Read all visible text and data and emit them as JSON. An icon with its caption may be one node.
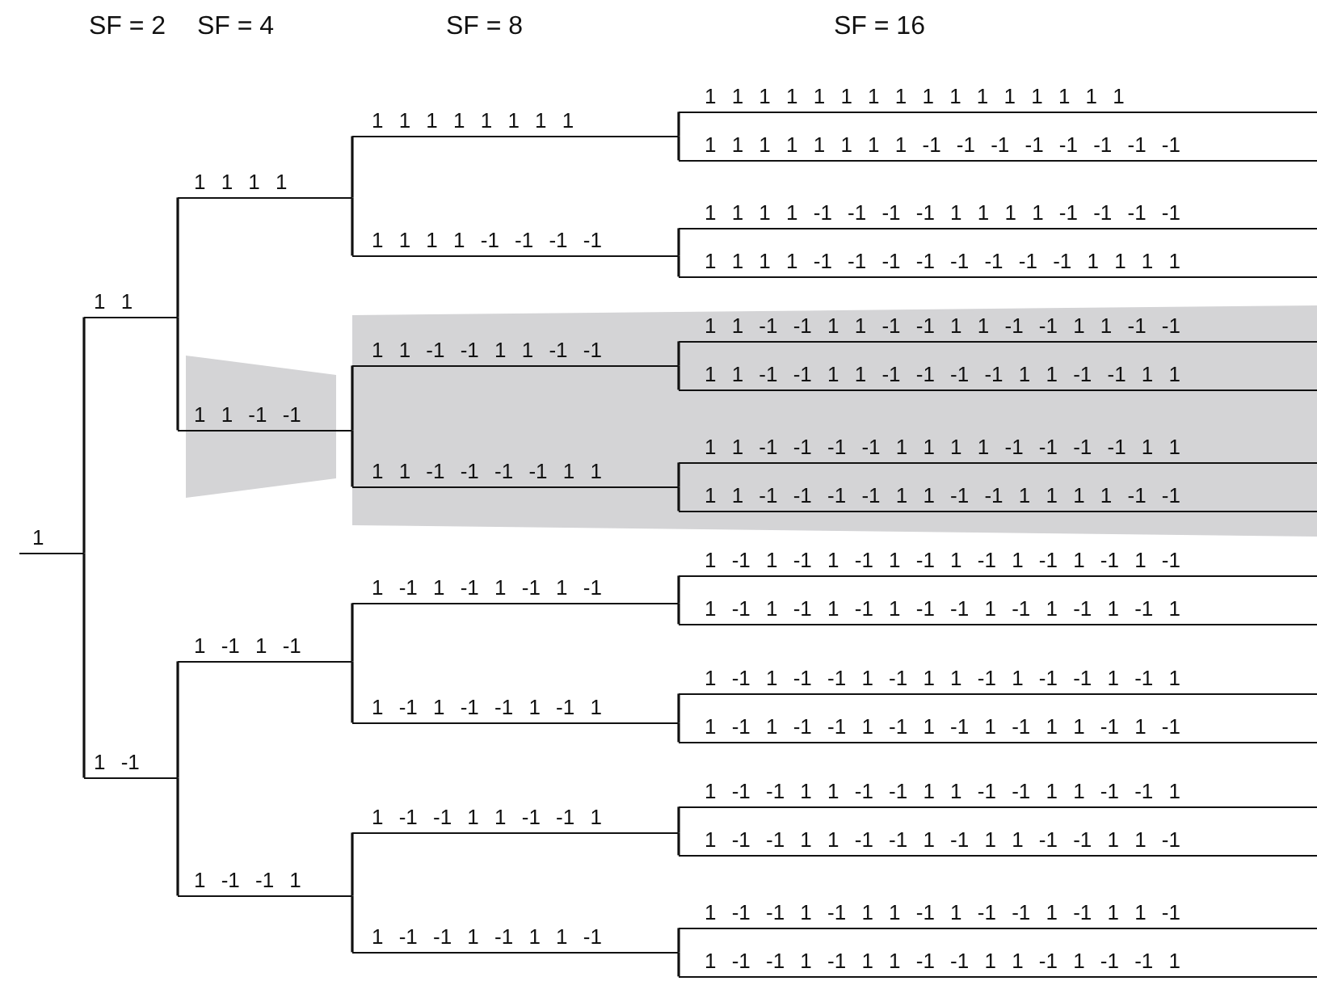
{
  "diagram": {
    "nodes": [
      {
        "text": [
          "1"
        ]
      },
      {
        "text": [
          "1 1"
        ]
      },
      {
        "text": [
          "1 1 1 1"
        ]
      },
      {
        "text": [
          "1 1 1 1 1 1 1 1"
        ]
      },
      {
        "text": [
          "1 1 1 1 1 1 1 1 1 1 1 1 1 1 1 1"
        ]
      },
      {
        "text": [
          "1 1 1 1 1 1 1 1 -1 -1 -1 -1 -1 -1 -1 -1"
        ]
      },
      {
        "text": [
          "1 1 1 1 -1 -1 -1 -1"
        ]
      },
      {
        "text": [
          "1 1 1 1 -1 -1 -1 -1 1 1 1 1 -1 -1 -1 -1"
        ]
      },
      {
        "text": [
          "1 1 1 1 -1 -1 -1 -1 -1 -1 -1 -1 1 1 1 1"
        ]
      },
      {
        "text": [
          "1 1 -1 -1"
        ]
      },
      {
        "text": [
          "1 1 -1 -1 1 1 -1 -1"
        ]
      },
      {
        "text": [
          "1 1 -1 -1 1 1 -1 -1 1 1 -1 -1 1 1 -1 -1"
        ]
      },
      {
        "text": [
          "1 1 -1 -1 1 1 -1 -1 -1 -1 1 1 -1 -1 1 1"
        ]
      },
      {
        "text": [
          "1 1 -1 -1 -1 -1 1 1"
        ]
      },
      {
        "text": [
          "1 1 -1 -1 -1 -1 1 1 1 1 -1 -1 -1 -1 1 1"
        ]
      },
      {
        "text": [
          "1 1 -1 -1 -1 -1 1 1 -1 -1 1 1 1 1 -1 -1"
        ]
      },
      {
        "text": [
          "1 -1"
        ]
      },
      {
        "text": [
          "1 -1 1 -1"
        ]
      },
      {
        "text": [
          "1 -1 1 -1 1 -1 1 -1"
        ]
      },
      {
        "text": [
          "1 -1 1 -1 1 -1 1 -1 1 -1 1 -1 1 -1 1 -1"
        ]
      },
      {
        "text": [
          "1 -1 1 -1 1 -1 1 -1 -1 1 -1 1 -1 1 -1 1"
        ]
      },
      {
        "text": [
          "1 -1 1 -1 -1 1 -1 1"
        ]
      },
      {
        "text": [
          "1 -1 1 -1 -1 1 -1 1 1 -1 1 -1 -1 1 -1 1"
        ]
      },
      {
        "text": [
          "1 -1 1 -1 -1 1 -1 1 -1 1 -1 1 1 -1 1 -1"
        ]
      },
      {
        "text": [
          "1 -1 -1 1"
        ]
      },
      {
        "text": [
          "1 -1 -1 1 1 -1 -1 1"
        ]
      },
      {
        "text": [
          "1 -1 -1 1 1 -1 -1 1 1 -1 -1 1 1 -1 -1 1"
        ]
      },
      {
        "text": [
          "1 -1 -1 1 1 -1 -1 1 -1 1 1 -1 -1 1 1 -1"
        ]
      },
      {
        "text": [
          "1 -1 -1 1 -1 1 1 -1"
        ]
      },
      {
        "text": [
          "1 -1 -1 1 -1 1 1 -1 1 -1 -1 1 -1 1 1 -1"
        ]
      },
      {
        "text": [
          "1 -1 -1 1 -1 1 1 -1 -1 1 1 -1 1 -1 -1 1"
        ]
      }
    ],
    "edges": [
      {
        "from": 0,
        "to": 1,
        "arrow": "none"
      },
      {
        "from": 0,
        "to": 16,
        "arrow": "none"
      },
      {
        "from": 1,
        "to": 2,
        "arrow": "none"
      },
      {
        "from": 1,
        "to": 9,
        "arrow": "none"
      },
      {
        "from": 2,
        "to": 3,
        "arrow": "none"
      },
      {
        "from": 2,
        "to": 6,
        "arrow": "none"
      },
      {
        "from": 3,
        "to": 4,
        "arrow": "none"
      },
      {
        "from": 3,
        "to": 5,
        "arrow": "none"
      },
      {
        "from": 6,
        "to": 7,
        "arrow": "none"
      },
      {
        "from": 6,
        "to": 8,
        "arrow": "none"
      },
      {
        "from": 9,
        "to": 10,
        "arrow": "none"
      },
      {
        "from": 9,
        "to": 13,
        "arrow": "none"
      },
      {
        "from": 10,
        "to": 11,
        "arrow": "none"
      },
      {
        "from": 10,
        "to": 12,
        "arrow": "none"
      },
      {
        "from": 13,
        "to": 14,
        "arrow": "none"
      },
      {
        "from": 13,
        "to": 15,
        "arrow": "none"
      },
      {
        "from": 16,
        "to": 17,
        "arrow": "none"
      },
      {
        "from": 16,
        "to": 24,
        "arrow": "none"
      },
      {
        "from": 17,
        "to": 18,
        "arrow": "none"
      },
      {
        "from": 17,
        "to": 21,
        "arrow": "none"
      },
      {
        "from": 18,
        "to": 19,
        "arrow": "none"
      },
      {
        "from": 18,
        "to": 20,
        "arrow": "none"
      },
      {
        "from": 21,
        "to": 22,
        "arrow": "none"
      },
      {
        "from": 21,
        "to": 23,
        "arrow": "none"
      },
      {
        "from": 24,
        "to": 25,
        "arrow": "none"
      },
      {
        "from": 24,
        "to": 28,
        "arrow": "none"
      },
      {
        "from": 25,
        "to": 26,
        "arrow": "none"
      },
      {
        "from": 25,
        "to": 27,
        "arrow": "none"
      },
      {
        "from": 28,
        "to": 29,
        "arrow": "none"
      },
      {
        "from": 28,
        "to": 30,
        "arrow": "none"
      }
    ],
    "labels": [
      "SF = 2",
      "SF = 4",
      "SF = 8",
      "SF = 16"
    ]
  }
}
